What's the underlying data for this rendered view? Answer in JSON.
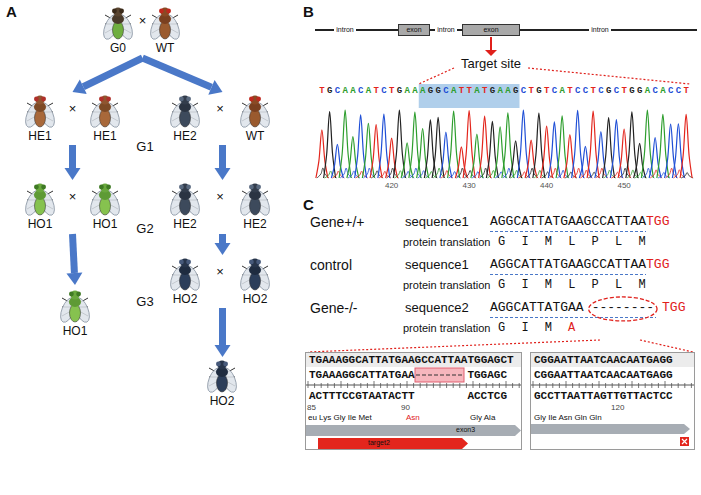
{
  "diagram": {
    "nodes": [
      {
        "text": [
          "G0",
          "×",
          "WT"
        ]
      },
      {
        "text": [
          "HE1",
          "×",
          "HE1"
        ]
      },
      {
        "text": [
          "HE2",
          "×",
          "WT"
        ]
      },
      {
        "text": [
          "HO1",
          "×",
          "HO1"
        ]
      },
      {
        "text": [
          "HE2",
          "×",
          "HE2"
        ]
      },
      {
        "text": [
          "HO1"
        ]
      },
      {
        "text": [
          "HO2",
          "×",
          "HO2"
        ]
      },
      {
        "text": [
          "HO2"
        ]
      },
      {
        "text": [
          "exon"
        ]
      },
      {
        "text": [
          "exon"
        ]
      },
      {
        "text": [
          "TGAAAGGCATTATGAAGCCATTAATGGAGCT",
          "TGAAAGGCATTATGAA",
          "TGGAGC",
          "ACTTTCCGTAATACTT",
          "ACCTCG",
          "85",
          "90",
          "eu Lys Gly Ile Met",
          "Asn",
          "Gly Ala"
        ]
      },
      {
        "text": [
          "exon3"
        ],
        "in": 10
      },
      {
        "text": [
          "target2"
        ],
        "in": 10
      },
      {
        "text": [
          "CGGAATTAATCAACAATGAGG",
          "CGGAATTAATCAACAATGAGG",
          "GCCTTAATTAGTTGTTACTCC",
          "120",
          "Gly Ile Asn Gln Gln"
        ]
      }
    ],
    "edges": [
      {
        "from": 0,
        "to": 1,
        "arrow": "to"
      },
      {
        "from": 0,
        "to": 2,
        "arrow": "to"
      },
      {
        "from": 1,
        "to": 3,
        "arrow": "to"
      },
      {
        "from": 2,
        "to": 4,
        "arrow": "to"
      },
      {
        "from": 3,
        "to": 5,
        "arrow": "to"
      },
      {
        "from": 4,
        "to": 6,
        "arrow": "to"
      },
      {
        "from": 6,
        "to": 7,
        "arrow": "to"
      }
    ],
    "labels": [
      "A",
      "G1",
      "G2",
      "G3",
      "B",
      "intron",
      "intron",
      "intron",
      "Target site",
      "TGCAACATCTGAAAGGCATTATGAAGCTGTCATCCTCGCTGGACACCT",
      "420",
      "430",
      "440",
      "450",
      "C",
      "Gene+/+",
      "sequence1",
      "AGGCATTATGAAGCCATTAA",
      "TGG",
      "protein translation",
      "G I M L P L M",
      "control",
      "sequence1",
      "AGGCATTATGAAGCCATTAA",
      "TGG",
      "protein translation",
      "G I M L P L M",
      "Gene-/-",
      "sequence2",
      "AGGCATTATGAA",
      "--------",
      "TGG",
      "protein translation",
      "G I M",
      "A"
    ]
  }
}
